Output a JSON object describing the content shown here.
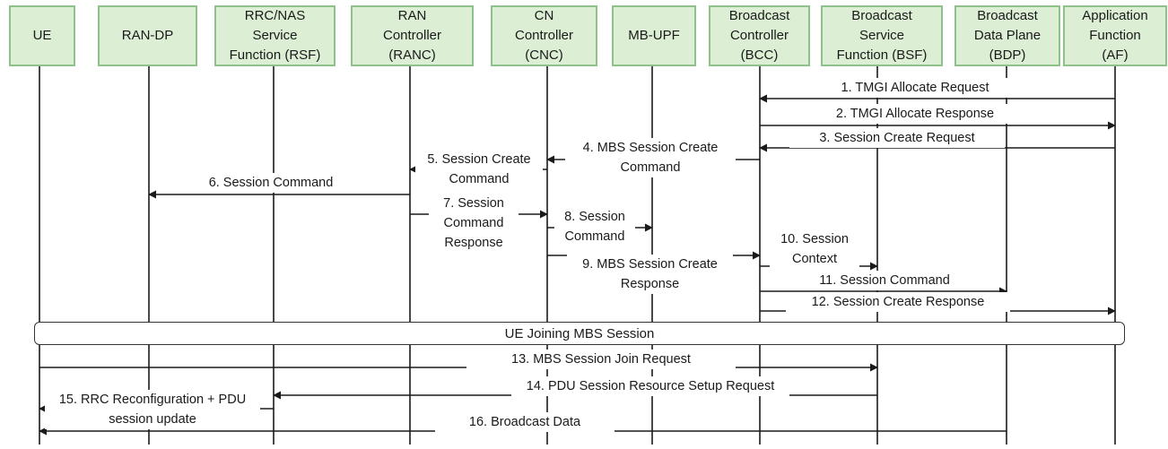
{
  "entities": [
    {
      "id": "ue",
      "label": "UE"
    },
    {
      "id": "ran",
      "label": "RAN-DP"
    },
    {
      "id": "rsf",
      "label": "RRC/NAS\nService\nFunction (RSF)"
    },
    {
      "id": "ranc",
      "label": "RAN\nController\n(RANC)"
    },
    {
      "id": "cnc",
      "label": "CN\nController\n(CNC)"
    },
    {
      "id": "upf",
      "label": "MB-UPF"
    },
    {
      "id": "bcc",
      "label": "Broadcast\nController\n(BCC)"
    },
    {
      "id": "bsf",
      "label": "Broadcast\nService\nFunction (BSF)"
    },
    {
      "id": "bdp",
      "label": "Broadcast\nData Plane\n(BDP)"
    },
    {
      "id": "af",
      "label": "Application\nFunction\n(AF)"
    }
  ],
  "messages": [
    {
      "from": "af",
      "to": "bcc",
      "label": "1. TMGI Allocate Request"
    },
    {
      "from": "bcc",
      "to": "af",
      "label": "2. TMGI Allocate Response"
    },
    {
      "from": "af",
      "to": "bcc",
      "label": "3. Session Create Request"
    },
    {
      "from": "bcc",
      "to": "cnc",
      "label": "4. MBS Session Create\nCommand"
    },
    {
      "from": "cnc",
      "to": "ranc",
      "label": "5. Session Create\nCommand"
    },
    {
      "from": "ranc",
      "to": "ran",
      "label": "6. Session Command"
    },
    {
      "from": "ranc",
      "to": "cnc",
      "label": "7. Session\nCommand\nResponse"
    },
    {
      "from": "cnc",
      "to": "upf",
      "label": "8. Session\nCommand"
    },
    {
      "from": "cnc",
      "to": "bcc",
      "label": "9. MBS Session Create\nResponse"
    },
    {
      "from": "bcc",
      "to": "bsf",
      "label": "10. Session\nContext"
    },
    {
      "from": "bcc",
      "to": "bdp",
      "label": "11. Session Command"
    },
    {
      "from": "bcc",
      "to": "af",
      "label": "12. Session Create Response"
    },
    {
      "from": "ue",
      "to": "bsf",
      "label": "13. MBS Session Join Request"
    },
    {
      "from": "bsf",
      "to": "rsf",
      "label": "14. PDU Session Resource Setup Request"
    },
    {
      "from": "rsf",
      "to": "ue",
      "label": "15. RRC Reconfiguration + PDU\nsession update"
    },
    {
      "from": "bdp",
      "to": "ue",
      "label": "16. Broadcast Data"
    }
  ],
  "banner": {
    "label": "UE Joining MBS Session"
  },
  "colors": {
    "header_fill": "#dcefd5",
    "header_border": "#8fc28a",
    "line": "#1a1a1a"
  }
}
